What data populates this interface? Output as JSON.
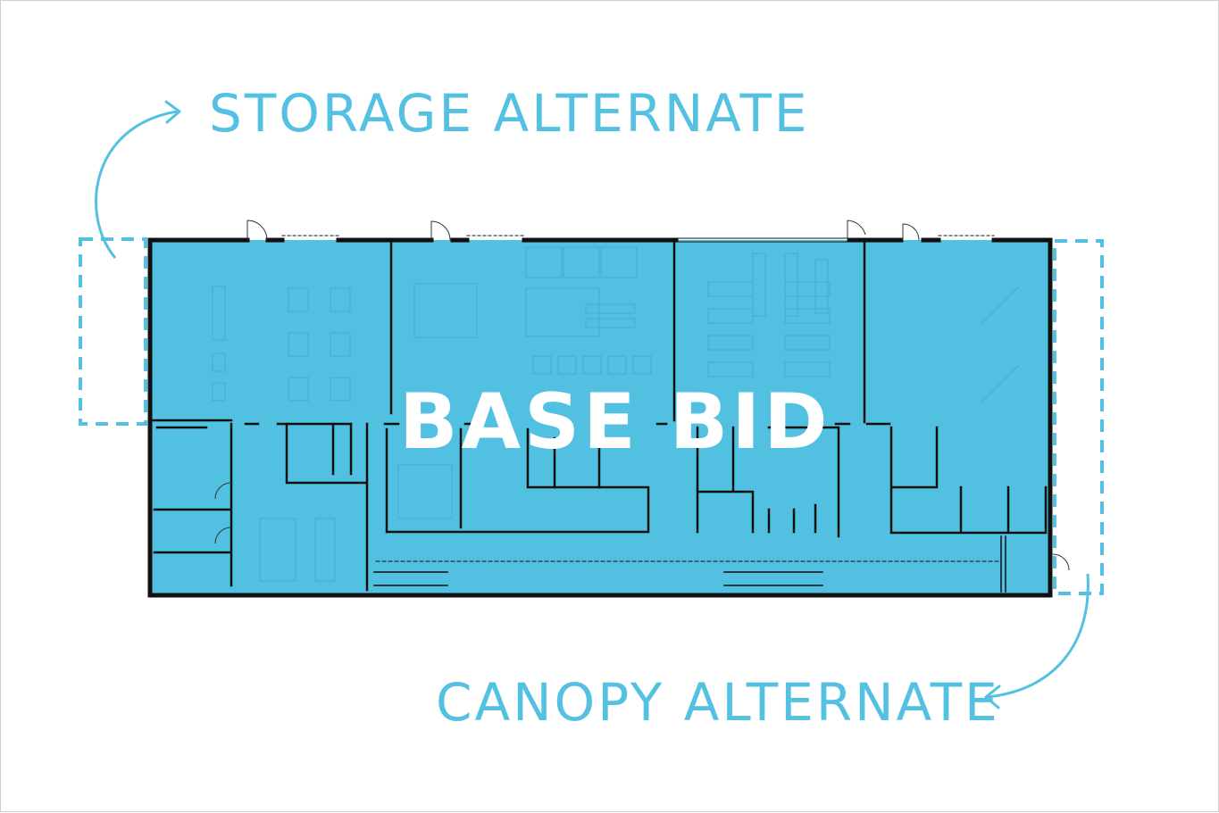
{
  "labels": {
    "storage_alternate": "STORAGE ALTERNATE",
    "canopy_alternate": "CANOPY ALTERNATE",
    "base_bid": "BASE BID"
  },
  "colors": {
    "accent": "#54c1e3",
    "fill": "#52c0e1",
    "wall": "#111111",
    "background": "#ffffff"
  }
}
